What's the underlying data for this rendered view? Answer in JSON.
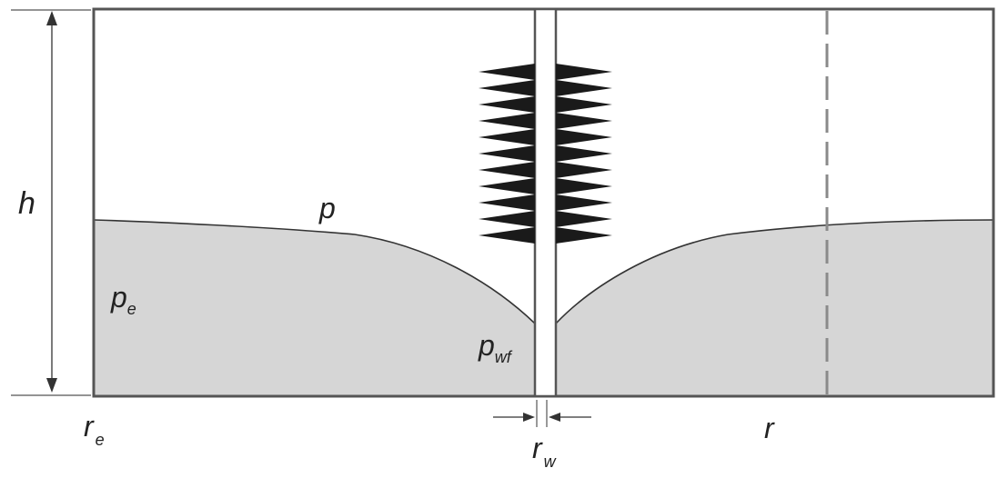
{
  "labels": {
    "h": "h",
    "p": "p",
    "pe_main": "p",
    "pe_sub": "e",
    "pwf_main": "p",
    "pwf_sub": "wf",
    "re_main": "r",
    "re_sub": "e",
    "rw_main": "r",
    "rw_sub": "w",
    "r": "r"
  },
  "colors": {
    "frame": "#555555",
    "fill": "#d6d6d6",
    "curve": "#333333",
    "perforations": "#1a1a1a",
    "dashed": "#8a8a8a",
    "arrow": "#333333"
  }
}
